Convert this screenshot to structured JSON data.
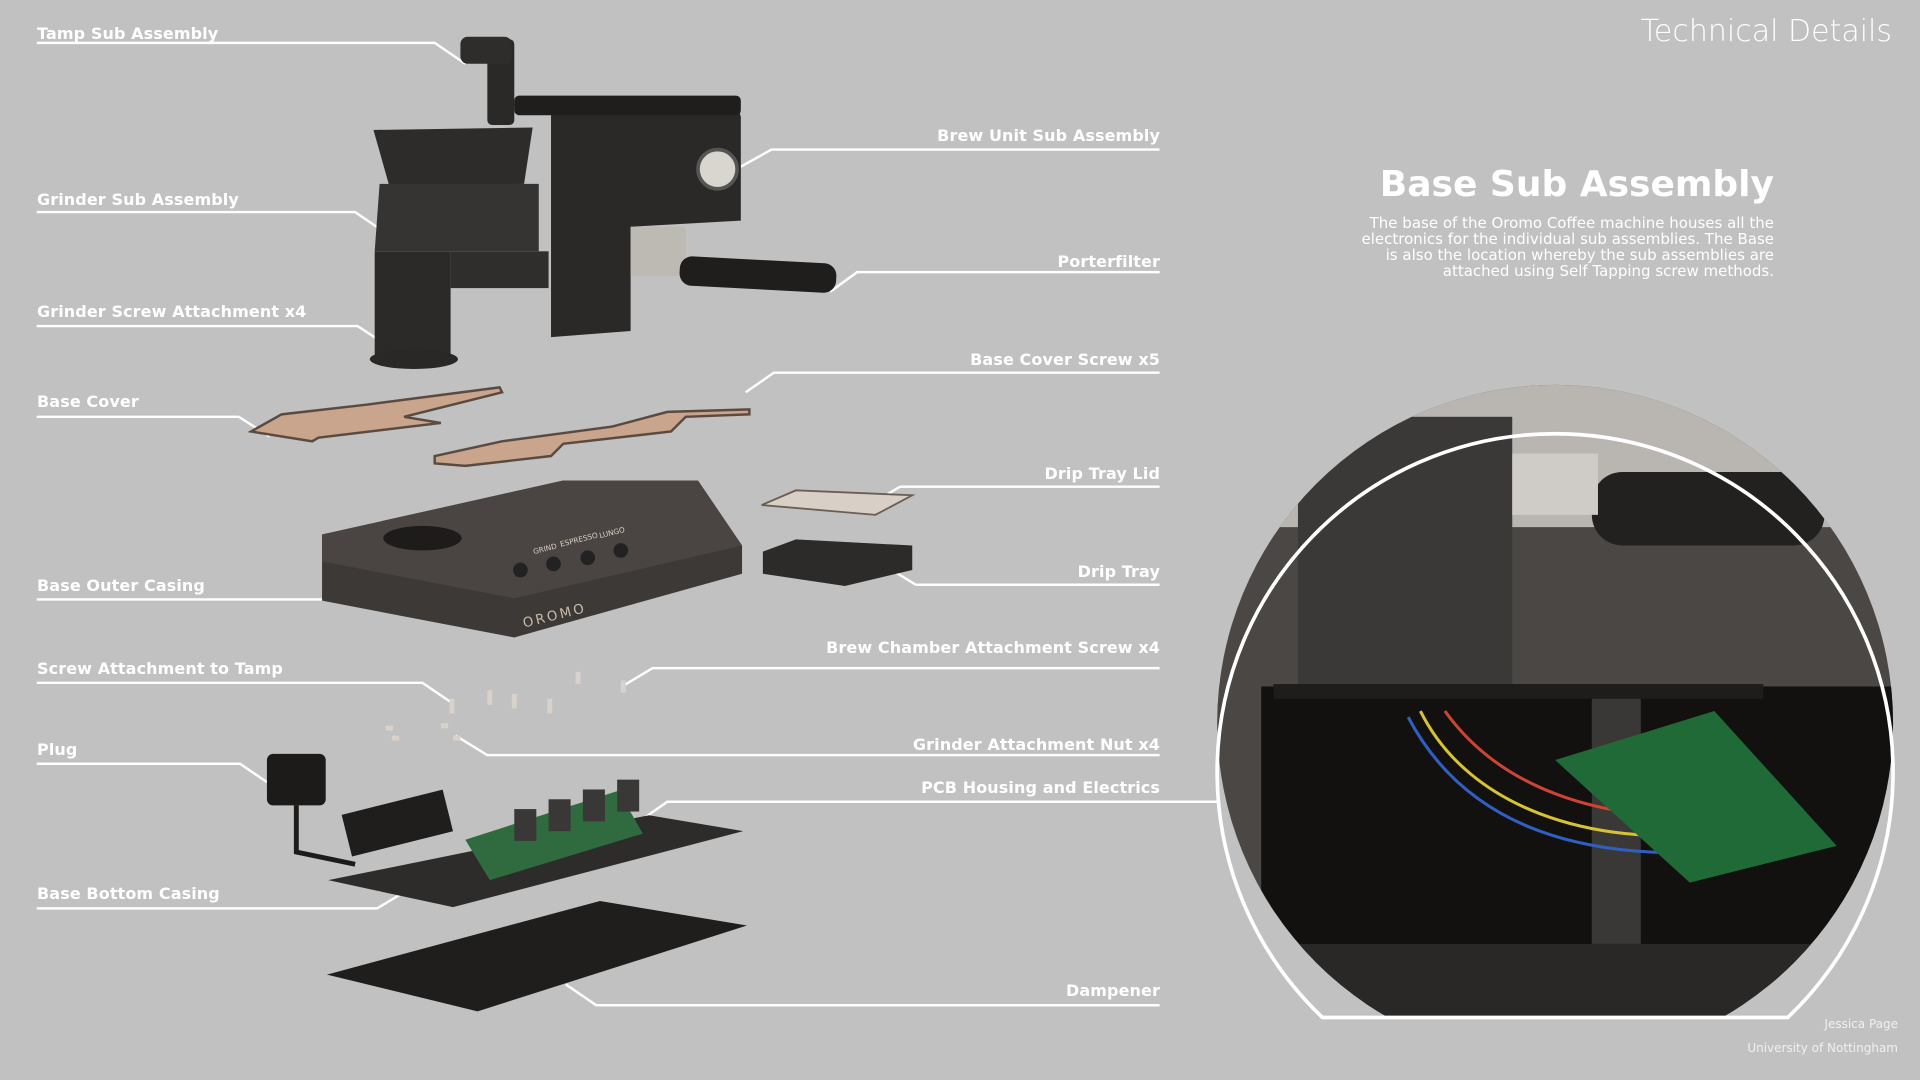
{
  "header": {
    "title": "Technical Details"
  },
  "section": {
    "title": "Base Sub Assembly",
    "description": "The base of the Oromo Coffee machine houses all the electronics for the individual sub assemblies. The Base is also the location whereby the sub assemblies are attached using Self Tapping screw methods."
  },
  "labels_left": [
    "Tamp Sub Assembly",
    "Grinder Sub Assembly",
    "Grinder Screw Attachment x4",
    "Base Cover",
    "Base Outer Casing",
    "Screw Attachment to Tamp",
    "Plug",
    "Base Bottom Casing"
  ],
  "labels_right": [
    "Brew Unit Sub Assembly",
    "Porterfilter",
    "Base Cover Screw  x5",
    "Drip Tray Lid",
    "Drip Tray",
    "Brew Chamber Attachment Screw x4",
    "Grinder Attachment Nut x4",
    "PCB Housing and Electrics",
    "Dampener"
  ],
  "product": {
    "brand_mark": "OROMO",
    "buttons": [
      "GRIND",
      "ESPRESSO",
      "LUNGO"
    ]
  },
  "footer": {
    "author": "Jessica Page",
    "institution": "University of Nottingham"
  }
}
